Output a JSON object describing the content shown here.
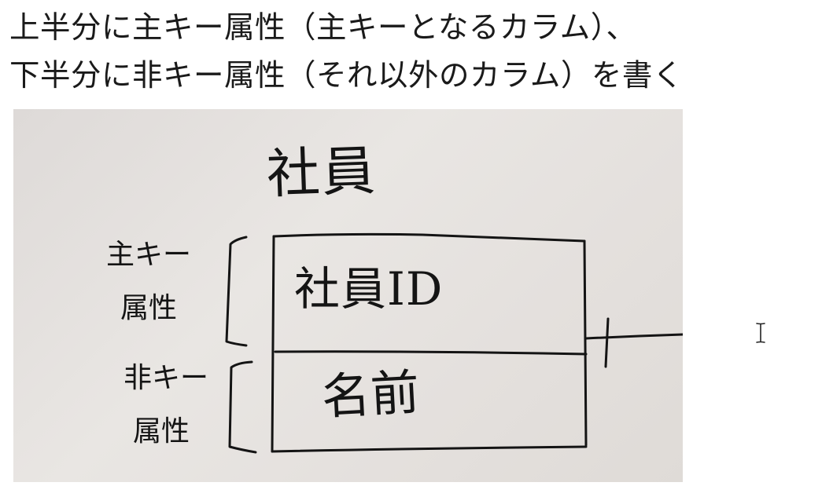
{
  "captions": {
    "line1": "上半分に主キー属性（主キーとなるカラム）、",
    "line2": "下半分に非キー属性（それ以外のカラム）を書く"
  },
  "diagram": {
    "entity_name": "社員",
    "primary_key_column": "社員ID",
    "non_key_column": "名前",
    "pk_label_line1": "主キー",
    "pk_label_line2": "属性",
    "nonkey_label_line1": "非キー",
    "nonkey_label_line2": "属性"
  },
  "cursor": {
    "icon": "text-cursor-icon"
  }
}
